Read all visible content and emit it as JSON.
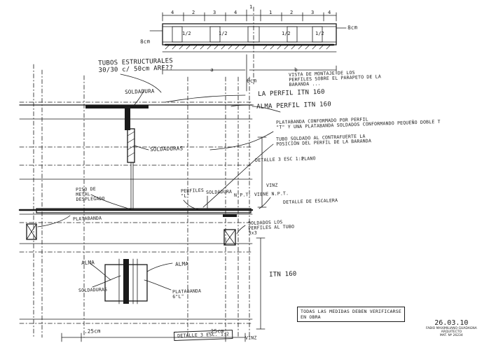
{
  "sheet": {
    "annotations": {
      "tubos": "TUBOS ESTRUCTURALES\n30/30 c/ 50cm ARF??",
      "soldadura_top": "SOLDADURA",
      "la_perfil": "LA PERFIL ITN 160",
      "alma_perfil": "ALMA PERFIL ITN 160",
      "platabanda": "PLATABANDA CONFORMADO POR PERFIL\n\"T\" Y UNA PLATABANDA SOLDADOS CONFORMANDO PEQUEÑO DOBLE T",
      "tubo_soldadura": "TUBO SOLDADO AL CONTRAFUERTE LA\nPOSICIÓN DEL PERFIL DE LA BARANDA",
      "soldaduras_mid": "SOLDADURAS",
      "piso_metal": "PISO DE\nMETAL\nDESPLEGADO",
      "perfiles_l": "PERFILES\n\"L\"",
      "soldadura_mid": "SOLDADURA",
      "npt": "N.P.T. VIENE N.P.T.",
      "detalle_escalera": "DETALLE DE ESCALERA",
      "platabanda_left": "PLATABANDA",
      "soldado_tubo": "SOLDADOS LOS\nPERFILES AL TUBO\n3x3",
      "alma": "ALMA",
      "alma2": "ALMA",
      "soldaduras_low": "SOLDADURAS",
      "platabanda_l": "PLATABANDA\n6\"L\"",
      "itn160": "ITN 160",
      "plano_note": "PLANO",
      "dimension_top": "VISTA DE MONTAJE DE LOS\nPERFILES SOBRE EL PARAPETO DE LA\nBARANDA ...",
      "dim_8cm_left": "8cm",
      "dim_8cm_right": "8cm",
      "dim_a": "a",
      "dim_b": "b",
      "dim_6cm": "6cm",
      "dim_25cm_left": ".25cm",
      "dim_25cm_right": ".25cm",
      "detalle3_upper": "DETALLE 3  ESC 1:2",
      "detalle3_lower": "DETALLE 3  ESC. 1:2",
      "vinz": "VINZ",
      "vinz2": "VINZ"
    },
    "top_dims": [
      "4",
      "2",
      "3",
      "4",
      "1",
      "1",
      "2",
      "3",
      "4"
    ],
    "top_fractions": [
      "1/2",
      "1/2",
      "1/2",
      "1/2"
    ],
    "note_box": "TODAS LAS MEDIDAS DEBEN VERIFICARSE\nEN OBRA",
    "date": "26.03.10",
    "signature_lines": [
      "FABIO MAXIMILIANO GUADAGNA",
      "ARQUITECTO",
      "MAT. Nº 26234"
    ]
  }
}
